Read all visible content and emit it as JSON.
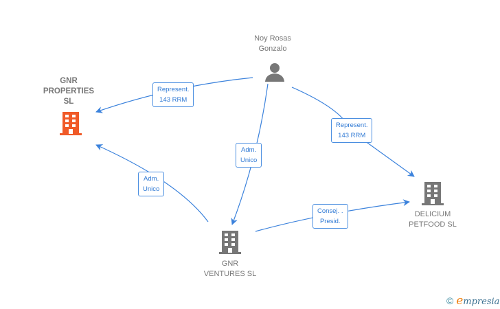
{
  "nodes": {
    "person": {
      "label": "Noy Rosas\nGonzalo",
      "icon": "person-icon"
    },
    "gnr_properties": {
      "label": "GNR\nPROPERTIES\nSL",
      "icon": "building-icon",
      "color": "#f05a28"
    },
    "gnr_ventures": {
      "label": "GNR\nVENTURES  SL",
      "icon": "building-icon",
      "color": "#777777"
    },
    "delicium": {
      "label": "DELICIUM\nPETFOOD  SL",
      "icon": "building-icon",
      "color": "#777777"
    }
  },
  "edges": [
    {
      "from": "Noy Rosas Gonzalo",
      "to": "GNR PROPERTIES SL",
      "label": "Represent.\n143 RRM"
    },
    {
      "from": "Noy Rosas Gonzalo",
      "to": "GNR VENTURES SL",
      "label": "Adm.\nUnico"
    },
    {
      "from": "Noy Rosas Gonzalo",
      "to": "DELICIUM PETFOOD SL",
      "label": "Represent.\n143 RRM"
    },
    {
      "from": "GNR VENTURES SL",
      "to": "GNR PROPERTIES SL",
      "label": "Adm.\nUnico"
    },
    {
      "from": "GNR VENTURES SL",
      "to": "DELICIUM PETFOOD SL",
      "label": "Consej. .\nPresid."
    }
  ],
  "footer": {
    "copyright": "©",
    "brand_first": "e",
    "brand_rest": "mpresia"
  },
  "colors": {
    "edge": "#3b82dc",
    "accent": "#f05a28"
  }
}
